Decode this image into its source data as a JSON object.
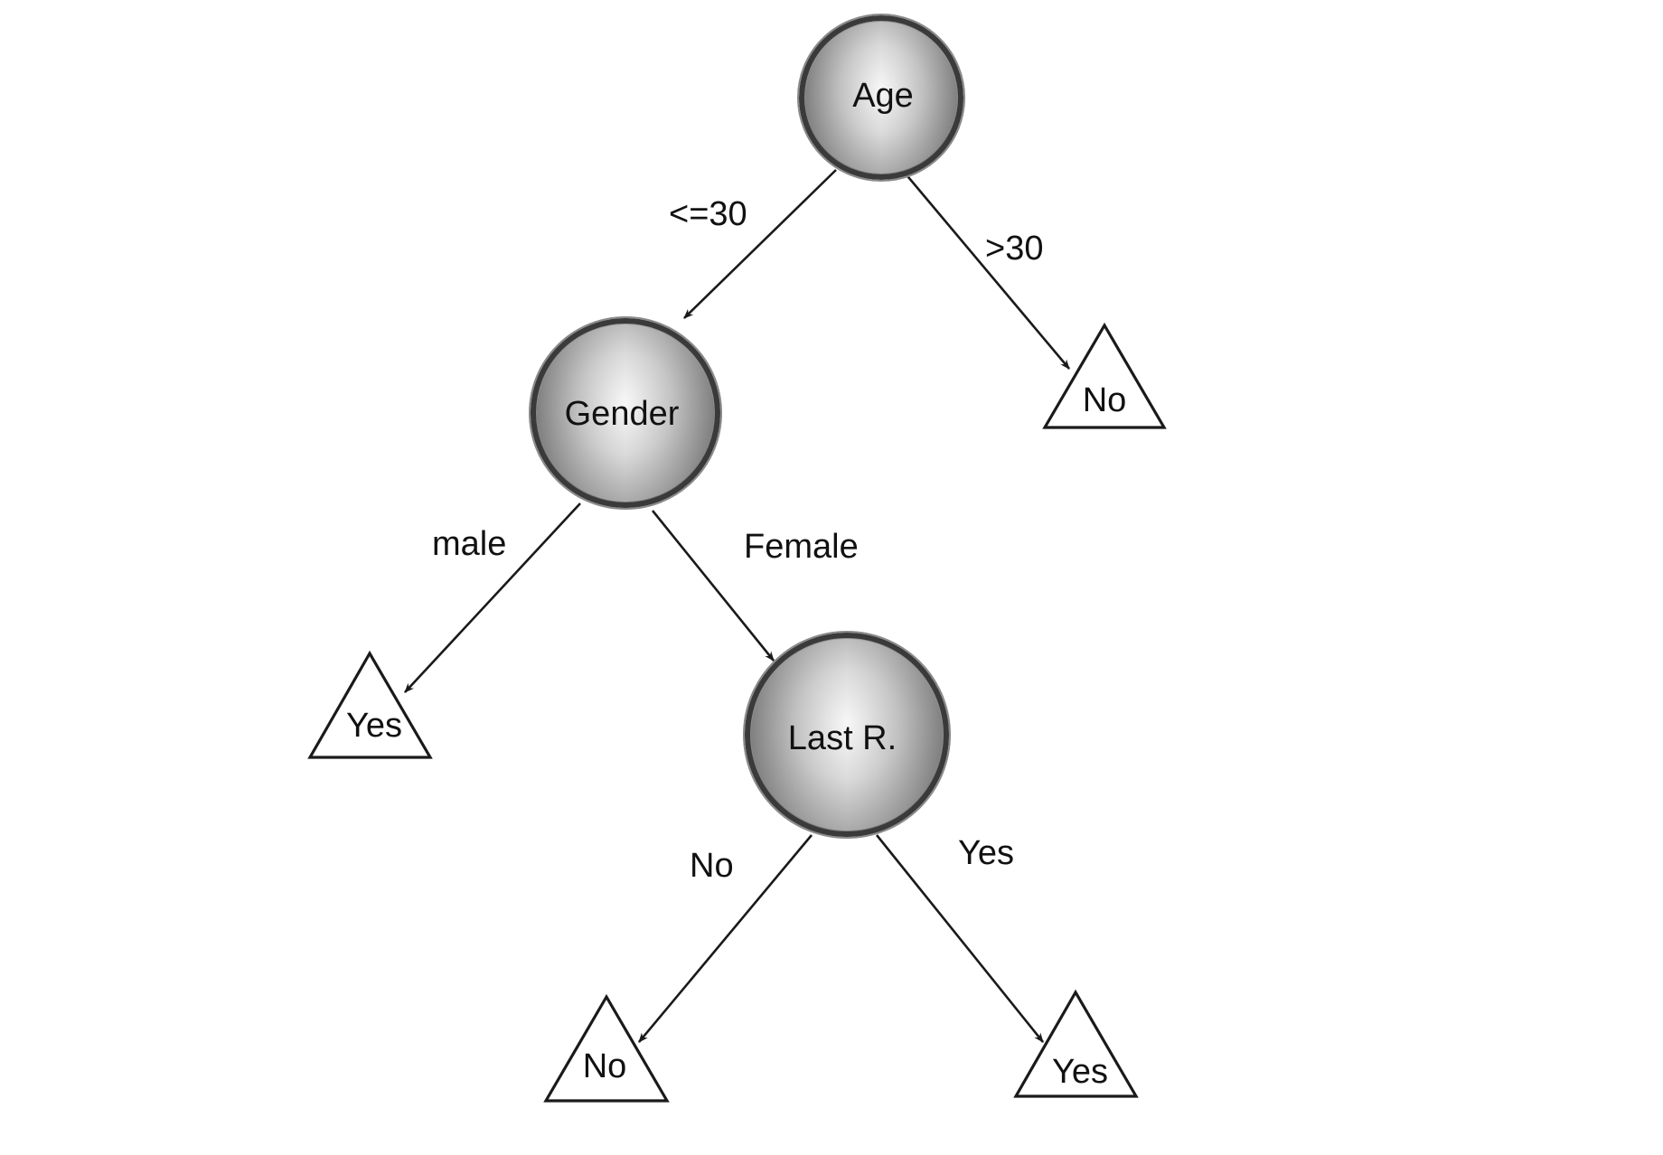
{
  "tree": {
    "decision_nodes": [
      {
        "id": "age",
        "label": "Age"
      },
      {
        "id": "gender",
        "label": "Gender"
      },
      {
        "id": "last_r",
        "label": "Last R."
      }
    ],
    "leaf_nodes": [
      {
        "id": "leaf_age_gt30",
        "label": "No"
      },
      {
        "id": "leaf_male",
        "label": "Yes"
      },
      {
        "id": "leaf_lastr_no",
        "label": "No"
      },
      {
        "id": "leaf_lastr_yes",
        "label": "Yes"
      }
    ],
    "edges": [
      {
        "from": "age",
        "to": "gender",
        "label": "<=30"
      },
      {
        "from": "age",
        "to": "leaf_age_gt30",
        "label": ">30"
      },
      {
        "from": "gender",
        "to": "leaf_male",
        "label": "male"
      },
      {
        "from": "gender",
        "to": "last_r",
        "label": "Female"
      },
      {
        "from": "last_r",
        "to": "leaf_lastr_no",
        "label": "No"
      },
      {
        "from": "last_r",
        "to": "leaf_lastr_yes",
        "label": "Yes"
      }
    ]
  }
}
